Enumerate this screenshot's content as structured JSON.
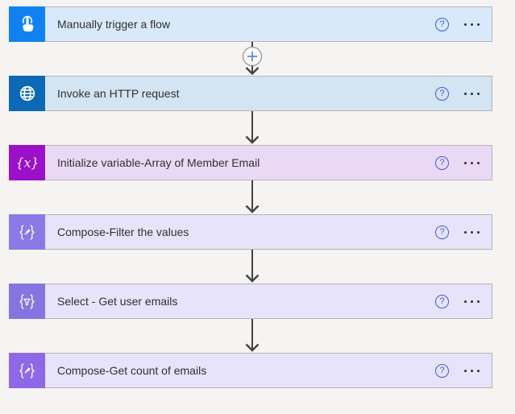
{
  "flow": {
    "insert_action_label": "+",
    "help_label": "?",
    "steps": [
      {
        "label": "Manually trigger a flow",
        "icon": "touch-icon",
        "icon_bg": "#1181f1",
        "body_bg": "#d7e9fb"
      },
      {
        "label": "Invoke an HTTP request",
        "icon": "globe-icon",
        "icon_bg": "#0d69b5",
        "body_bg": "#d3e4f2"
      },
      {
        "label": "Initialize variable-Array of Member Email",
        "icon": "variable-icon",
        "icon_glyph": "{x}",
        "icon_bg": "#9b10c9",
        "body_bg": "#ead9f4"
      },
      {
        "label": "Compose-Filter the values",
        "icon": "compose-icon",
        "icon_bg": "#8b79e5",
        "body_bg": "#e7e3fa"
      },
      {
        "label": "Select - Get user emails",
        "icon": "select-icon",
        "icon_bg": "#8574e2",
        "body_bg": "#e7e3fa"
      },
      {
        "label": "Compose-Get count of emails",
        "icon": "compose-icon",
        "icon_bg": "#8f68e8",
        "body_bg": "#e7e3fa"
      }
    ]
  },
  "colors": {
    "canvas_bg": "#f5f4f2",
    "card_border": "#b7b5b3",
    "text": "#323130",
    "arrow": "#454442",
    "plus_circle_border": "#9d9b99",
    "plus_sign": "#4a7bd9",
    "help_blue": "#3f5dd4"
  }
}
